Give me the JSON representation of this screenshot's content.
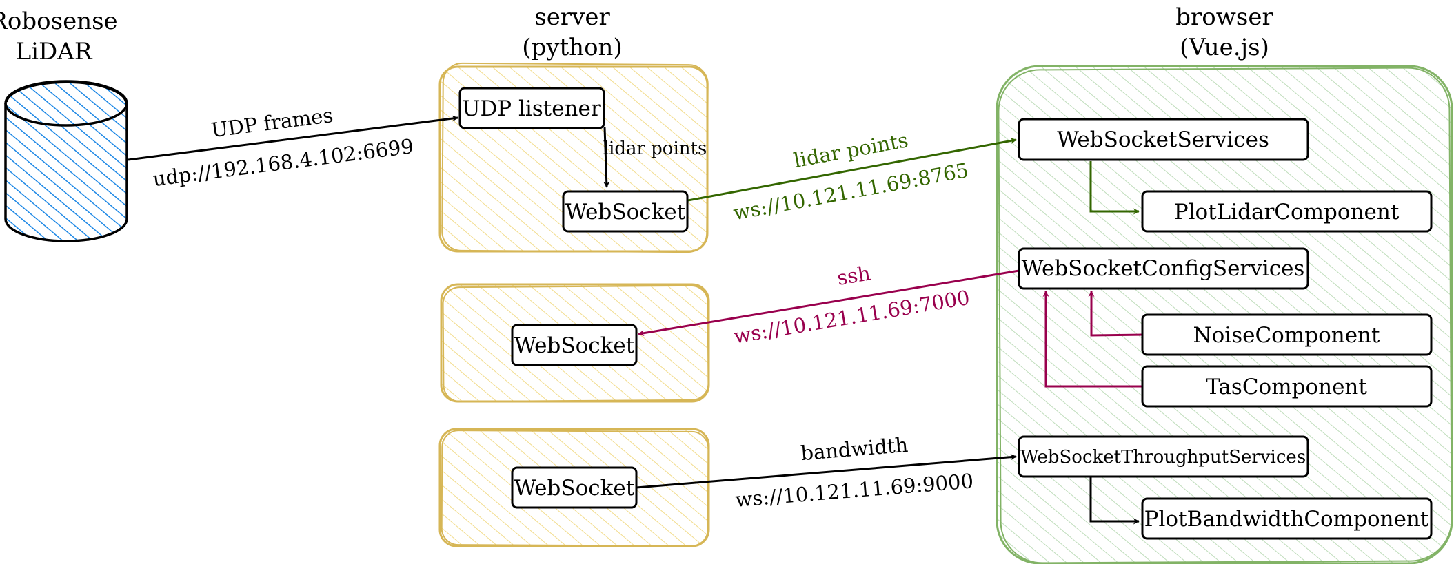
{
  "titles": {
    "lidar_line1": "Robosense",
    "lidar_line2": "LiDAR",
    "server_line1": "server",
    "server_line2": "(python)",
    "browser_line1": "browser",
    "browser_line2": "(Vue.js)"
  },
  "server": {
    "udp_listener": "UDP listener",
    "websocket_main": "WebSocket",
    "websocket_config": "WebSocket",
    "websocket_throughput": "WebSocket",
    "internal_edge_label": "lidar points"
  },
  "browser": {
    "ws_services": "WebSocketServices",
    "plot_lidar": "PlotLidarComponent",
    "ws_config_services": "WebSocketConfigServices",
    "noise": "NoiseComponent",
    "tas": "TasComponent",
    "ws_throughput_services": "WebSocketThroughputServices",
    "plot_bandwidth": "PlotBandwidthComponent"
  },
  "edges": {
    "udp_top": "UDP frames",
    "udp_bottom": "udp://192.168.4.102:6699",
    "lidar_top": "lidar points",
    "lidar_bottom": "ws://10.121.11.69:8765",
    "ssh_top": "ssh",
    "ssh_bottom": "ws://10.121.11.69:7000",
    "bw_top": "bandwidth",
    "bw_bottom": "ws://10.121.11.69:9000"
  },
  "colors": {
    "lidar_fill": "#1E88E5",
    "server_fill": "#FFE599",
    "server_stroke": "#D6B656",
    "browser_fill": "#D5E8D4",
    "browser_stroke": "#82B366",
    "green_edge": "#336600",
    "magenta_edge": "#99004D",
    "black_edge": "#000000"
  }
}
